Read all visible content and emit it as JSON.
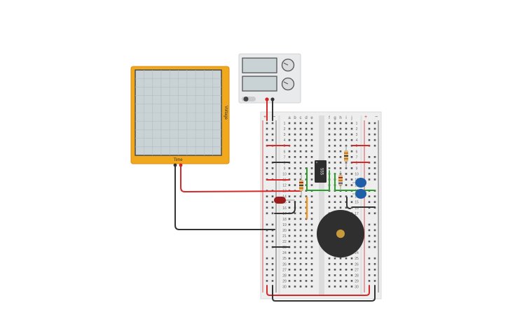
{
  "oscilloscope": {
    "x_axis_label": "Time",
    "y_axis_label": "Voltage",
    "frame_color": "#f2a81d",
    "screen_color": "#c9d3d6"
  },
  "power_supply": {
    "knob_labels": [
      "",
      "",
      "",
      ""
    ],
    "switch_state": "on"
  },
  "breadboard": {
    "left_column_letters": [
      "a",
      "b",
      "c",
      "d",
      "e"
    ],
    "right_column_letters": [
      "f",
      "g",
      "h",
      "i",
      "j"
    ],
    "rail_plus": "+",
    "rail_minus": "−",
    "row_numbers": [
      "1",
      "2",
      "3",
      "4",
      "5",
      "6",
      "7",
      "8",
      "9",
      "10",
      "11",
      "12",
      "13",
      "14",
      "15",
      "16",
      "17",
      "18",
      "19",
      "20",
      "21",
      "22",
      "23",
      "24",
      "25",
      "26",
      "27",
      "28",
      "29",
      "30"
    ]
  },
  "ic": {
    "label": "555"
  },
  "colors": {
    "wire_red": "#d42a2a",
    "wire_black": "#333333",
    "wire_green": "#2aa02a",
    "wire_orange": "#e6962a",
    "led": "#9b1c1c",
    "capacitor": "#1f5fa8",
    "buzzer": "#2f2f2f",
    "buzzer_center": "#c99a3c"
  }
}
